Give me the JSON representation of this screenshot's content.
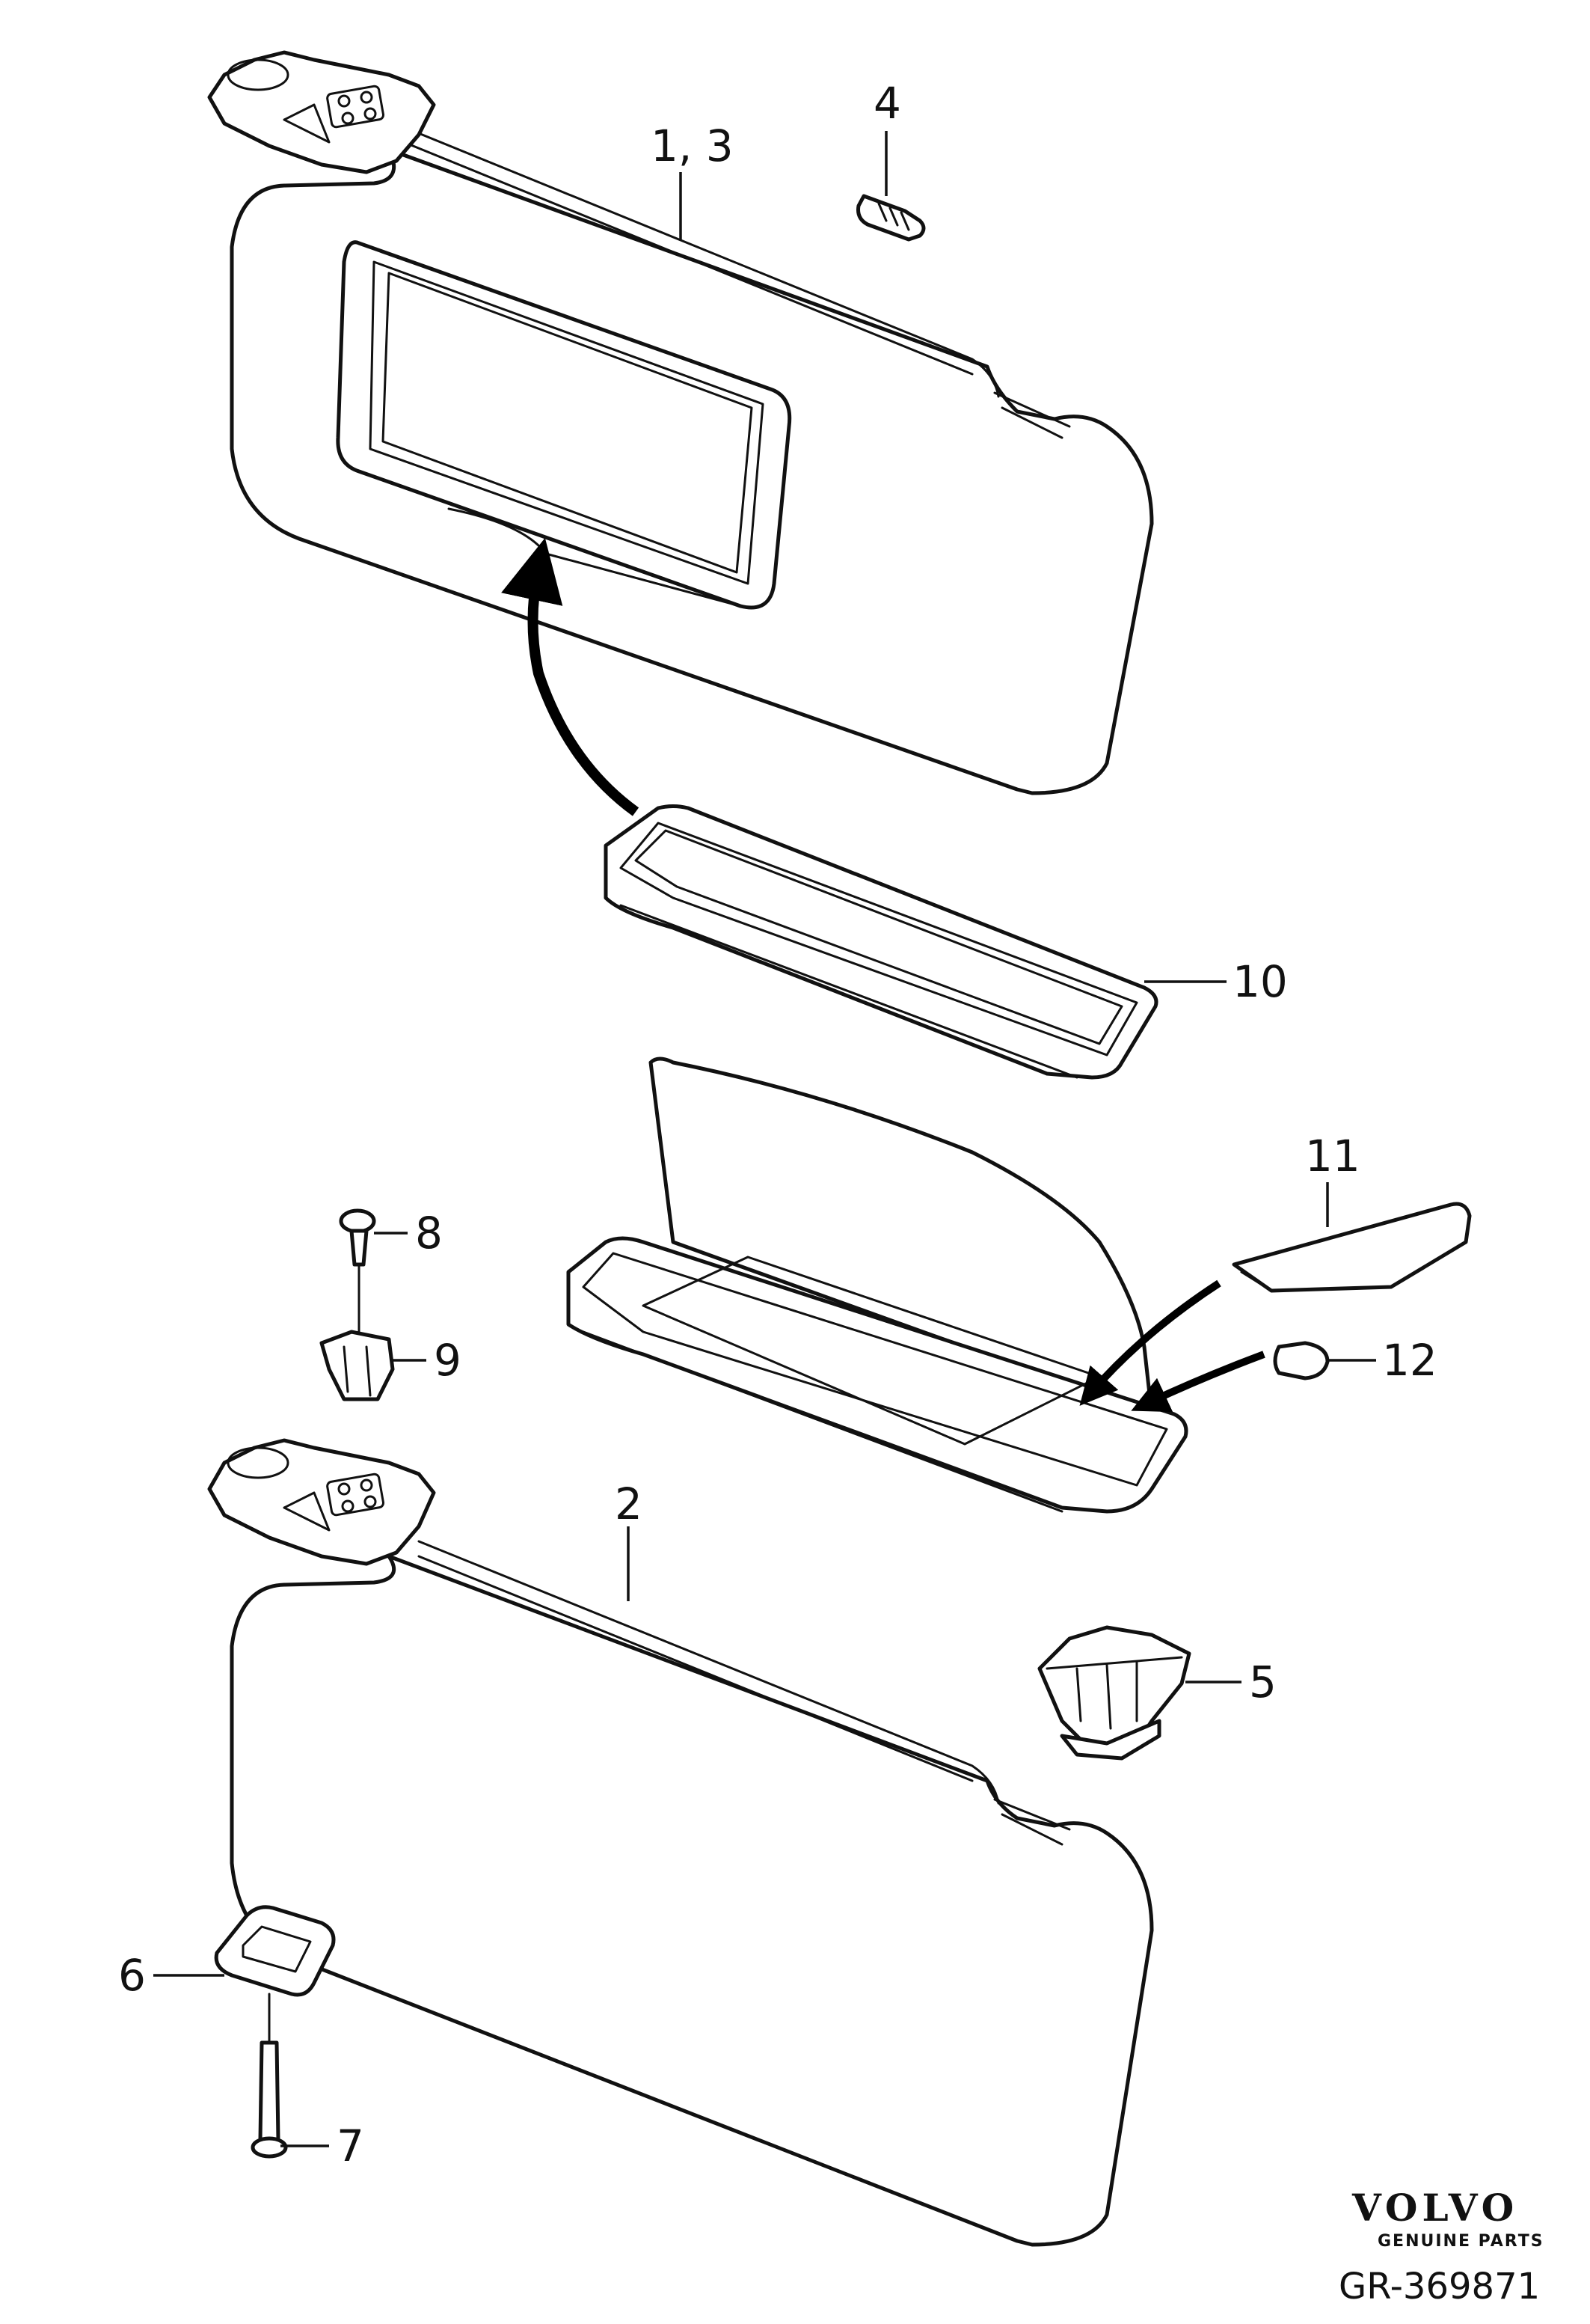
{
  "callouts": {
    "c1_3": "1, 3",
    "c2": "2",
    "c4": "4",
    "c5": "5",
    "c6": "6",
    "c7": "7",
    "c8": "8",
    "c9": "9",
    "c10": "10",
    "c11": "11",
    "c12": "12"
  },
  "brand": {
    "logo_text": "VOLVO",
    "tagline": "GENUINE PARTS"
  },
  "reference": "GR-369871"
}
